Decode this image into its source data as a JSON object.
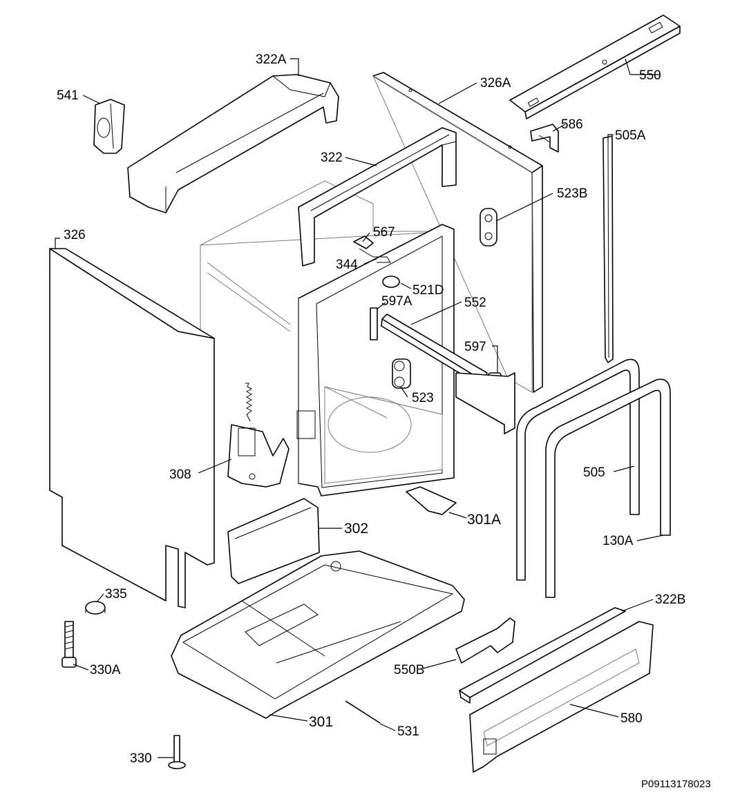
{
  "labels": {
    "l541": "541",
    "l322a": "322A",
    "l326a": "326A",
    "l550": "550",
    "l586": "586",
    "l505a": "505A",
    "l322": "322",
    "l523b": "523B",
    "l326": "326",
    "l567": "567",
    "l344": "344",
    "l521d": "521D",
    "l597a": "597A",
    "l552": "552",
    "l597": "597",
    "l523": "523",
    "l308": "308",
    "l505": "505",
    "l302": "302",
    "l301a": "301A",
    "l130a": "130A",
    "l335": "335",
    "l322b": "322B",
    "l330a": "330A",
    "l550b": "550B",
    "l580": "580",
    "l301": "301",
    "l531": "531",
    "l330": "330"
  },
  "reference_code": "P09113178023"
}
